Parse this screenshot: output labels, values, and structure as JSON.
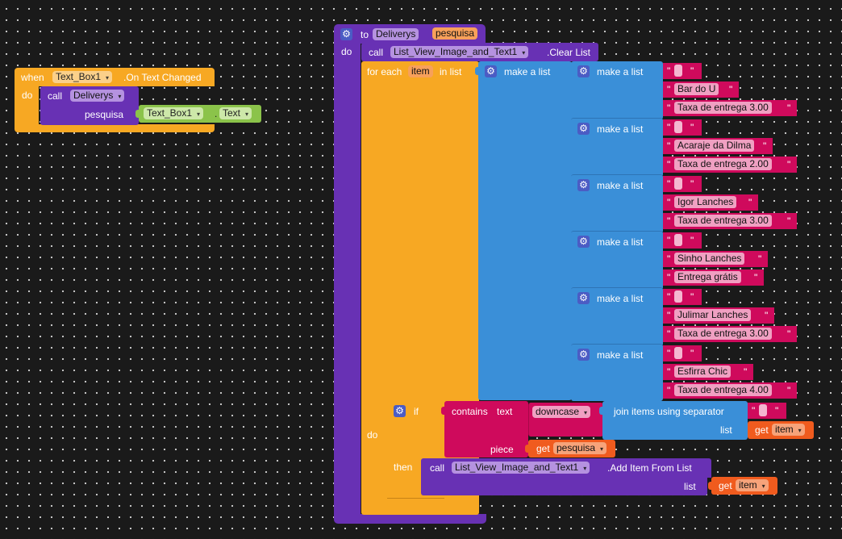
{
  "colors": {
    "background": "#1a1a1a",
    "event": "#f7a823",
    "procedure": "#6831b4",
    "list": "#3a8fd8",
    "text": "#cf0a5c",
    "component_text": "#8bc34a",
    "variable": "#f05b1e"
  },
  "event_block": {
    "when_label": "when",
    "component": "Text_Box1",
    "event": ".On Text Changed",
    "do_label": "do",
    "call_label": "call",
    "procedure": "Deliverys",
    "arg_name": "pesquisa",
    "arg_component": "Text_Box1",
    "arg_property": "Text",
    "dot": "."
  },
  "procedure_block": {
    "to_label": "to",
    "name": "Deliverys",
    "param": "pesquisa",
    "do_label": "do",
    "call_label": "call",
    "clear_component": "List_View_Image_and_Text1",
    "clear_method": ".Clear List",
    "for_each_label": "for each",
    "item_var": "item",
    "in_list_label": "in list",
    "make_a_list_label": "make a list",
    "quote": "\"",
    "entries": [
      {
        "image": "",
        "name": "Bar do U",
        "fee": "Taxa de entrega 3.00"
      },
      {
        "image": "",
        "name": "Acaraje da Dilma",
        "fee": "Taxa de entrega 2.00"
      },
      {
        "image": "",
        "name": "Igor Lanches",
        "fee": "Taxa de entrega 3.00"
      },
      {
        "image": "",
        "name": "Sinho Lanches",
        "fee": "Entrega grátis"
      },
      {
        "image": "",
        "name": "Julimar Lanches",
        "fee": "Taxa de entrega 3.00"
      },
      {
        "image": "",
        "name": "Esfirra Chic",
        "fee": "Taxa de entrega 4.00"
      }
    ],
    "loop_do_label": "do",
    "if_label": "if",
    "contains_label": "contains",
    "text_label": "text",
    "downcase_label": "downcase",
    "join_label": "join items using separator",
    "separator": "",
    "list_label": "list",
    "get_label": "get",
    "piece_label": "piece",
    "piece_var": "pesquisa",
    "then_label": "then",
    "add_component": "List_View_Image_and_Text1",
    "add_method": ".Add Item From List",
    "add_list_label": "list"
  }
}
